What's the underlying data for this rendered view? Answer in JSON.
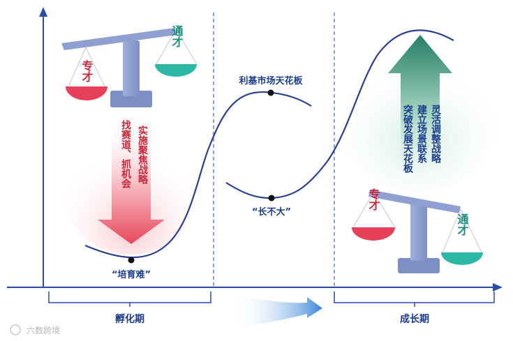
{
  "scale_top": {
    "left_label": "专才",
    "right_label": "通才"
  },
  "scale_bottom": {
    "left_label": "专才",
    "right_label": "通才"
  },
  "down_arrow_text": {
    "col1": "实施聚焦战略",
    "col2": "找赛道、抓机会"
  },
  "up_arrow_text": {
    "col1": "灵活调整战略",
    "col2": "建立场景联系",
    "col3": "突破发展天花板"
  },
  "points": {
    "low": "“培育难”",
    "ceiling": "利基市场天花板",
    "stall": "“长不大”"
  },
  "phases": {
    "incubation": "孵化期",
    "growth": "成长期"
  },
  "watermark": "六数跨境",
  "colors": {
    "axis": "#2a4aa8",
    "curve": "#2a3f8f",
    "red": "#e8405a",
    "teal": "#2bb9a6",
    "pillar": "#8e9fd0",
    "down_arrow": "#e85a6a",
    "up_arrow": "#2f8e72"
  }
}
